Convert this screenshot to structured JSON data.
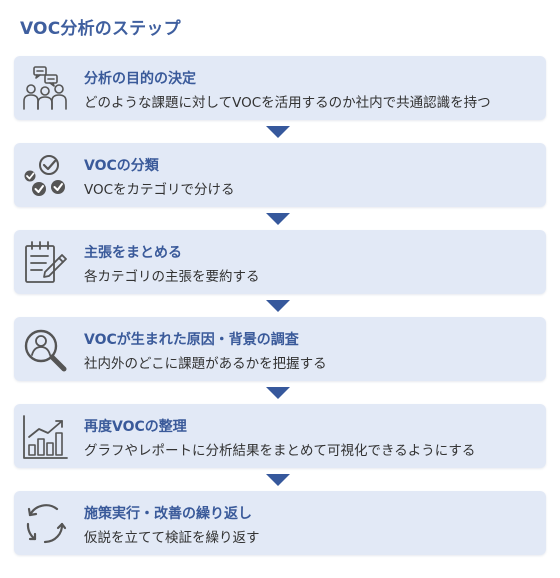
{
  "title": "VOC分析のステップ",
  "steps": [
    {
      "title": "分析の目的の決定",
      "description": "どのような課題に対してVOCを活用するのか社内で共通認識を持つ",
      "icon": "meeting-people-icon"
    },
    {
      "title": "VOCの分類",
      "description": "VOCをカテゴリで分ける",
      "icon": "checkmarks-icon"
    },
    {
      "title": "主張をまとめる",
      "description": "各カテゴリの主張を要約する",
      "icon": "notepad-pen-icon"
    },
    {
      "title": "VOCが生まれた原因・背景の調査",
      "description": "社内外のどこに課題があるかを把握する",
      "icon": "person-search-icon"
    },
    {
      "title": "再度VOCの整理",
      "description": "グラフやレポートに分析結果をまとめて可視化できるようにする",
      "icon": "bar-chart-icon"
    },
    {
      "title": "施策実行・改善の繰り返し",
      "description": "仮説を立てて検証を繰り返す",
      "icon": "cycle-arrows-icon"
    }
  ],
  "colors": {
    "title": "#3f5f9f",
    "card_background": "#e2e9f6",
    "arrow": "#36589c",
    "icon": "#555555"
  }
}
